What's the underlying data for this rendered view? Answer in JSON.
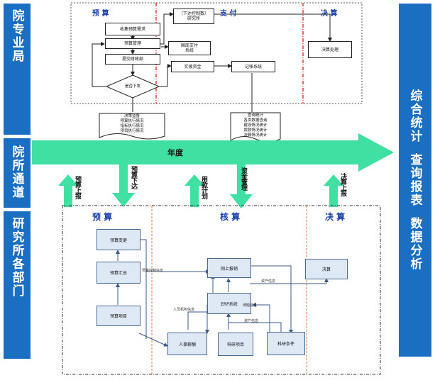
{
  "side_panels": {
    "bureau": "院专业局",
    "channel": "院所通道",
    "institutes": "研究所各部门"
  },
  "right_panel": {
    "lines": [
      "综合统计",
      "查询报表",
      "数据分析"
    ]
  },
  "top_sections": {
    "budget": "预 算",
    "payment": "支 付",
    "final": "决 算"
  },
  "top_boxes": {
    "collect": "收集预算需求",
    "manage": "预算管理",
    "submit": "提交财政部",
    "decision": "是否下发",
    "controller": "（下达控制数）\n研究所",
    "treasury": "国库支付\n系统",
    "actual_funds": "实拨资金",
    "ledger": "记帐系统",
    "final_process": "决算处理"
  },
  "docs": {
    "left": "决策监督\n预算执行情况\n指标执行情况\n项目执行情况",
    "right": "查询统计\n各类数据查询\n建设情况统计\n拨款情况统计\n决算情况统计"
  },
  "main_arrow": {
    "label": "年度"
  },
  "channel_arrows": {
    "budget_report": "预算上报",
    "budget_issue": "预算下达",
    "monthly_plan": "用款计划",
    "fund_mgmt": "资金管理",
    "final_report": "决算上报"
  },
  "bottom_sections": {
    "budget": "预 算",
    "accounting": "核 算",
    "final": "决 算"
  },
  "bottom_boxes": {
    "budget_change": "预算变更",
    "budget_summary": "预算汇总",
    "budget_project": "预算项目",
    "online_report": "网上报销",
    "erp": "ERP系统",
    "hr": "人事薪酬",
    "research_project": "科研项目",
    "research_contract": "科研条件",
    "final": "决算"
  },
  "bottom_labels": {
    "budget_control": "预算控制信息",
    "hr_info": "人员机构信息",
    "asset_info_1": "资产信息",
    "project_info": "课题信息",
    "asset_info_2": "资产信息"
  },
  "colors": {
    "panel_blue": "#1b6fc2",
    "arrow_green": "#3fe0a2",
    "divider_red": "#e0201a",
    "divider_orange": "#e07a3a",
    "section_blue": "#1a3fa8"
  }
}
